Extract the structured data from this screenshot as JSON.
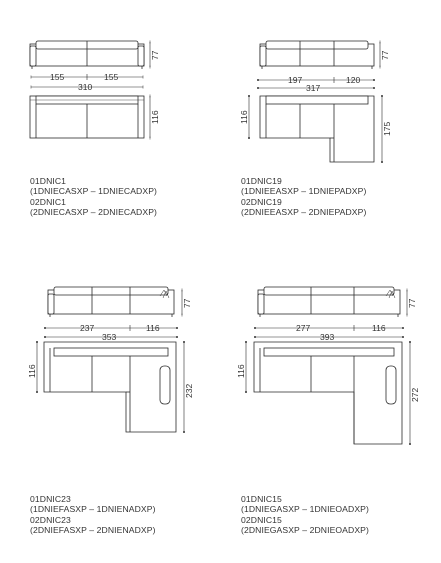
{
  "models": [
    {
      "id": "01DNIC1",
      "dims": {
        "height": "77",
        "width_a": "155",
        "width_b": "155",
        "total": "310",
        "depth": "116"
      },
      "caption": [
        "01DNIC1",
        "(1DNIECASXP – 1DNIECADXP)",
        "02DNIC1",
        "(2DNIECASXP – 2DNIECADXP)"
      ]
    },
    {
      "id": "01DNIC19",
      "dims": {
        "height": "77",
        "width_a": "197",
        "width_b": "120",
        "total": "317",
        "depth": "116",
        "chaise_depth": "175"
      },
      "caption": [
        "01DNIC19",
        "(1DNIEEASXP – 1DNIEPADXP)",
        "02DNIC19",
        "(2DNIEEASXP – 2DNIEPADXP)"
      ]
    },
    {
      "id": "01DNIC23",
      "dims": {
        "height": "77",
        "width_a": "237",
        "width_b": "116",
        "total": "353",
        "depth": "116",
        "chaise_depth": "232"
      },
      "caption": [
        "01DNIC23",
        "(1DNIEFASXP – 1DNIENADXP)",
        "02DNIC23",
        "(2DNIEFASXP – 2DNIENADXP)"
      ]
    },
    {
      "id": "01DNIC15",
      "dims": {
        "height": "77",
        "width_a": "277",
        "width_b": "116",
        "total": "393",
        "depth": "116",
        "chaise_depth": "272"
      },
      "caption": [
        "01DNIC15",
        "(1DNIEGASXP – 1DNIEOADXP)",
        "02DNIC15",
        "(2DNIEGASXP – 2DNIEOADXP)"
      ]
    }
  ],
  "colors": {
    "line": "#2a2a2a",
    "dim_text": "#333333",
    "sofa_fill": "#ffffff"
  }
}
